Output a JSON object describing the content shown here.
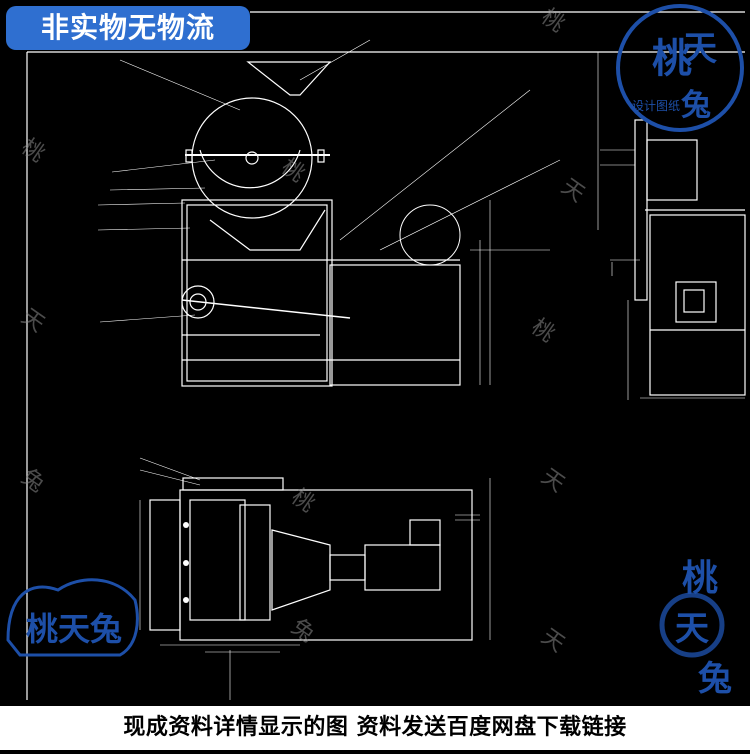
{
  "banner": {
    "text": "非实物无物流"
  },
  "footer": {
    "text": "现成资料详情显示的图 资料发送百度网盘下载链接"
  },
  "watermark": {
    "brand": "桃天兔",
    "sub": "设计图纸",
    "chars": [
      "桃",
      "天",
      "兔"
    ]
  },
  "colors": {
    "background": "#000000",
    "drawing": "#ffffff",
    "badge": "#2f6fd0",
    "brand_blue": "#1d4fa8"
  }
}
